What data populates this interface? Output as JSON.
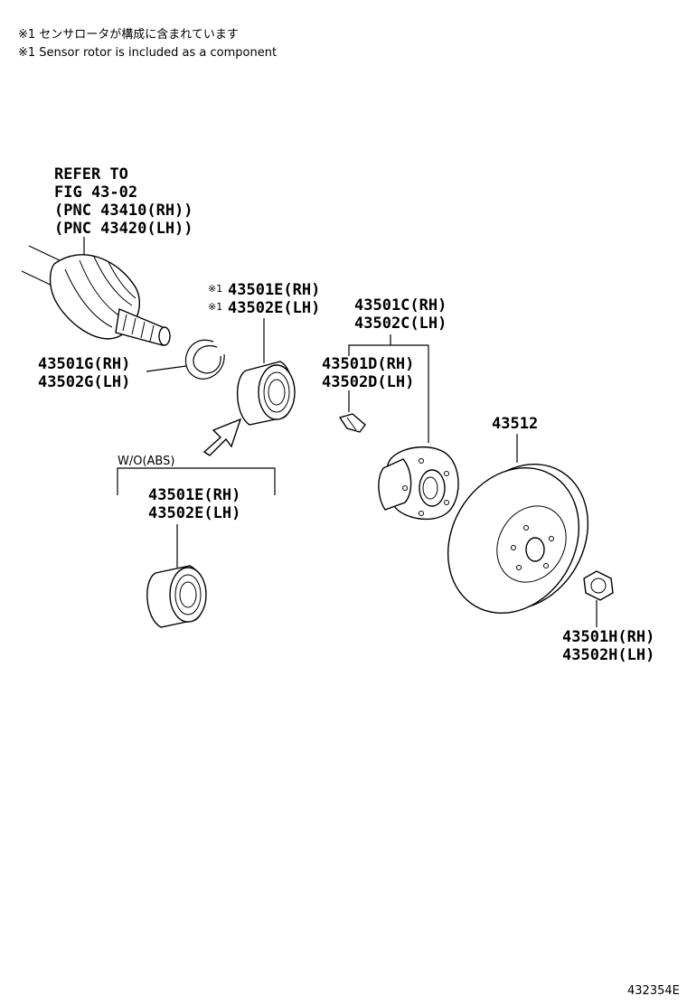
{
  "notes": {
    "jp": "※1 センサロータが構成に含まれています",
    "en": "※1 Sensor rotor is included as a component"
  },
  "labels": {
    "refer_1": "REFER TO",
    "refer_2": "FIG 43-02",
    "refer_3": "(PNC 43410(RH))",
    "refer_4": "(PNC 43420(LH))",
    "snap_ring_rh": "43501G(RH)",
    "snap_ring_lh": "43502G(LH)",
    "bearing_abs_mark_1": "※1",
    "bearing_abs_rh": "43501E(RH)",
    "bearing_abs_mark_2": "※1",
    "bearing_abs_lh": "43502E(LH)",
    "wo_abs": "W/O(ABS)",
    "bearing_rh": "43501E(RH)",
    "bearing_lh": "43502E(LH)",
    "hub_rh": "43501C(RH)",
    "hub_lh": "43502C(LH)",
    "bolt_rh": "43501D(RH)",
    "bolt_lh": "43502D(LH)",
    "rotor": "43512",
    "nut_rh": "43501H(RH)",
    "nut_lh": "43502H(LH)",
    "figure_code": "432354E"
  }
}
